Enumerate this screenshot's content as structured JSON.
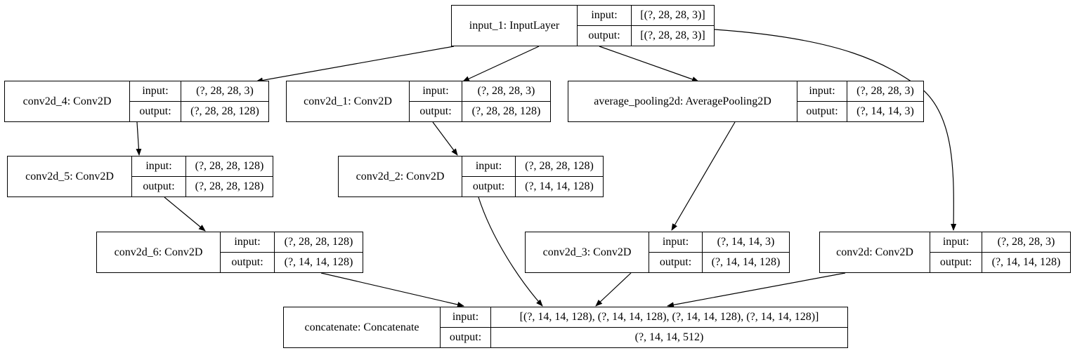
{
  "nodes": {
    "input_1": {
      "label": "input_1: InputLayer",
      "input_key": "input:",
      "output_key": "output:",
      "input": "[(?, 28, 28, 3)]",
      "output": "[(?, 28, 28, 3)]"
    },
    "conv2d_4": {
      "label": "conv2d_4: Conv2D",
      "input_key": "input:",
      "output_key": "output:",
      "input": "(?, 28, 28, 3)",
      "output": "(?, 28, 28, 128)"
    },
    "conv2d_1": {
      "label": "conv2d_1: Conv2D",
      "input_key": "input:",
      "output_key": "output:",
      "input": "(?, 28, 28, 3)",
      "output": "(?, 28, 28, 128)"
    },
    "average_pooling2d": {
      "label": "average_pooling2d: AveragePooling2D",
      "input_key": "input:",
      "output_key": "output:",
      "input": "(?, 28, 28, 3)",
      "output": "(?, 14, 14, 3)"
    },
    "conv2d_5": {
      "label": "conv2d_5: Conv2D",
      "input_key": "input:",
      "output_key": "output:",
      "input": "(?, 28, 28, 128)",
      "output": "(?, 28, 28, 128)"
    },
    "conv2d_2": {
      "label": "conv2d_2: Conv2D",
      "input_key": "input:",
      "output_key": "output:",
      "input": "(?, 28, 28, 128)",
      "output": "(?, 14, 14, 128)"
    },
    "conv2d_6": {
      "label": "conv2d_6: Conv2D",
      "input_key": "input:",
      "output_key": "output:",
      "input": "(?, 28, 28, 128)",
      "output": "(?, 14, 14, 128)"
    },
    "conv2d_3": {
      "label": "conv2d_3: Conv2D",
      "input_key": "input:",
      "output_key": "output:",
      "input": "(?, 14, 14, 3)",
      "output": "(?, 14, 14, 128)"
    },
    "conv2d": {
      "label": "conv2d: Conv2D",
      "input_key": "input:",
      "output_key": "output:",
      "input": "(?, 28, 28, 3)",
      "output": "(?, 14, 14, 128)"
    },
    "concatenate": {
      "label": "concatenate: Concatenate",
      "input_key": "input:",
      "output_key": "output:",
      "input": "[(?, 14, 14, 128), (?, 14, 14, 128), (?, 14, 14, 128), (?, 14, 14, 128)]",
      "output": "(?, 14, 14, 512)"
    }
  },
  "edges": [
    {
      "from": "input_1",
      "to": "conv2d_4"
    },
    {
      "from": "input_1",
      "to": "conv2d_1"
    },
    {
      "from": "input_1",
      "to": "average_pooling2d"
    },
    {
      "from": "input_1",
      "to": "conv2d"
    },
    {
      "from": "conv2d_4",
      "to": "conv2d_5"
    },
    {
      "from": "conv2d_1",
      "to": "conv2d_2"
    },
    {
      "from": "average_pooling2d",
      "to": "conv2d_3"
    },
    {
      "from": "conv2d_5",
      "to": "conv2d_6"
    },
    {
      "from": "conv2d_6",
      "to": "concatenate"
    },
    {
      "from": "conv2d_2",
      "to": "concatenate"
    },
    {
      "from": "conv2d_3",
      "to": "concatenate"
    },
    {
      "from": "conv2d",
      "to": "concatenate"
    }
  ]
}
